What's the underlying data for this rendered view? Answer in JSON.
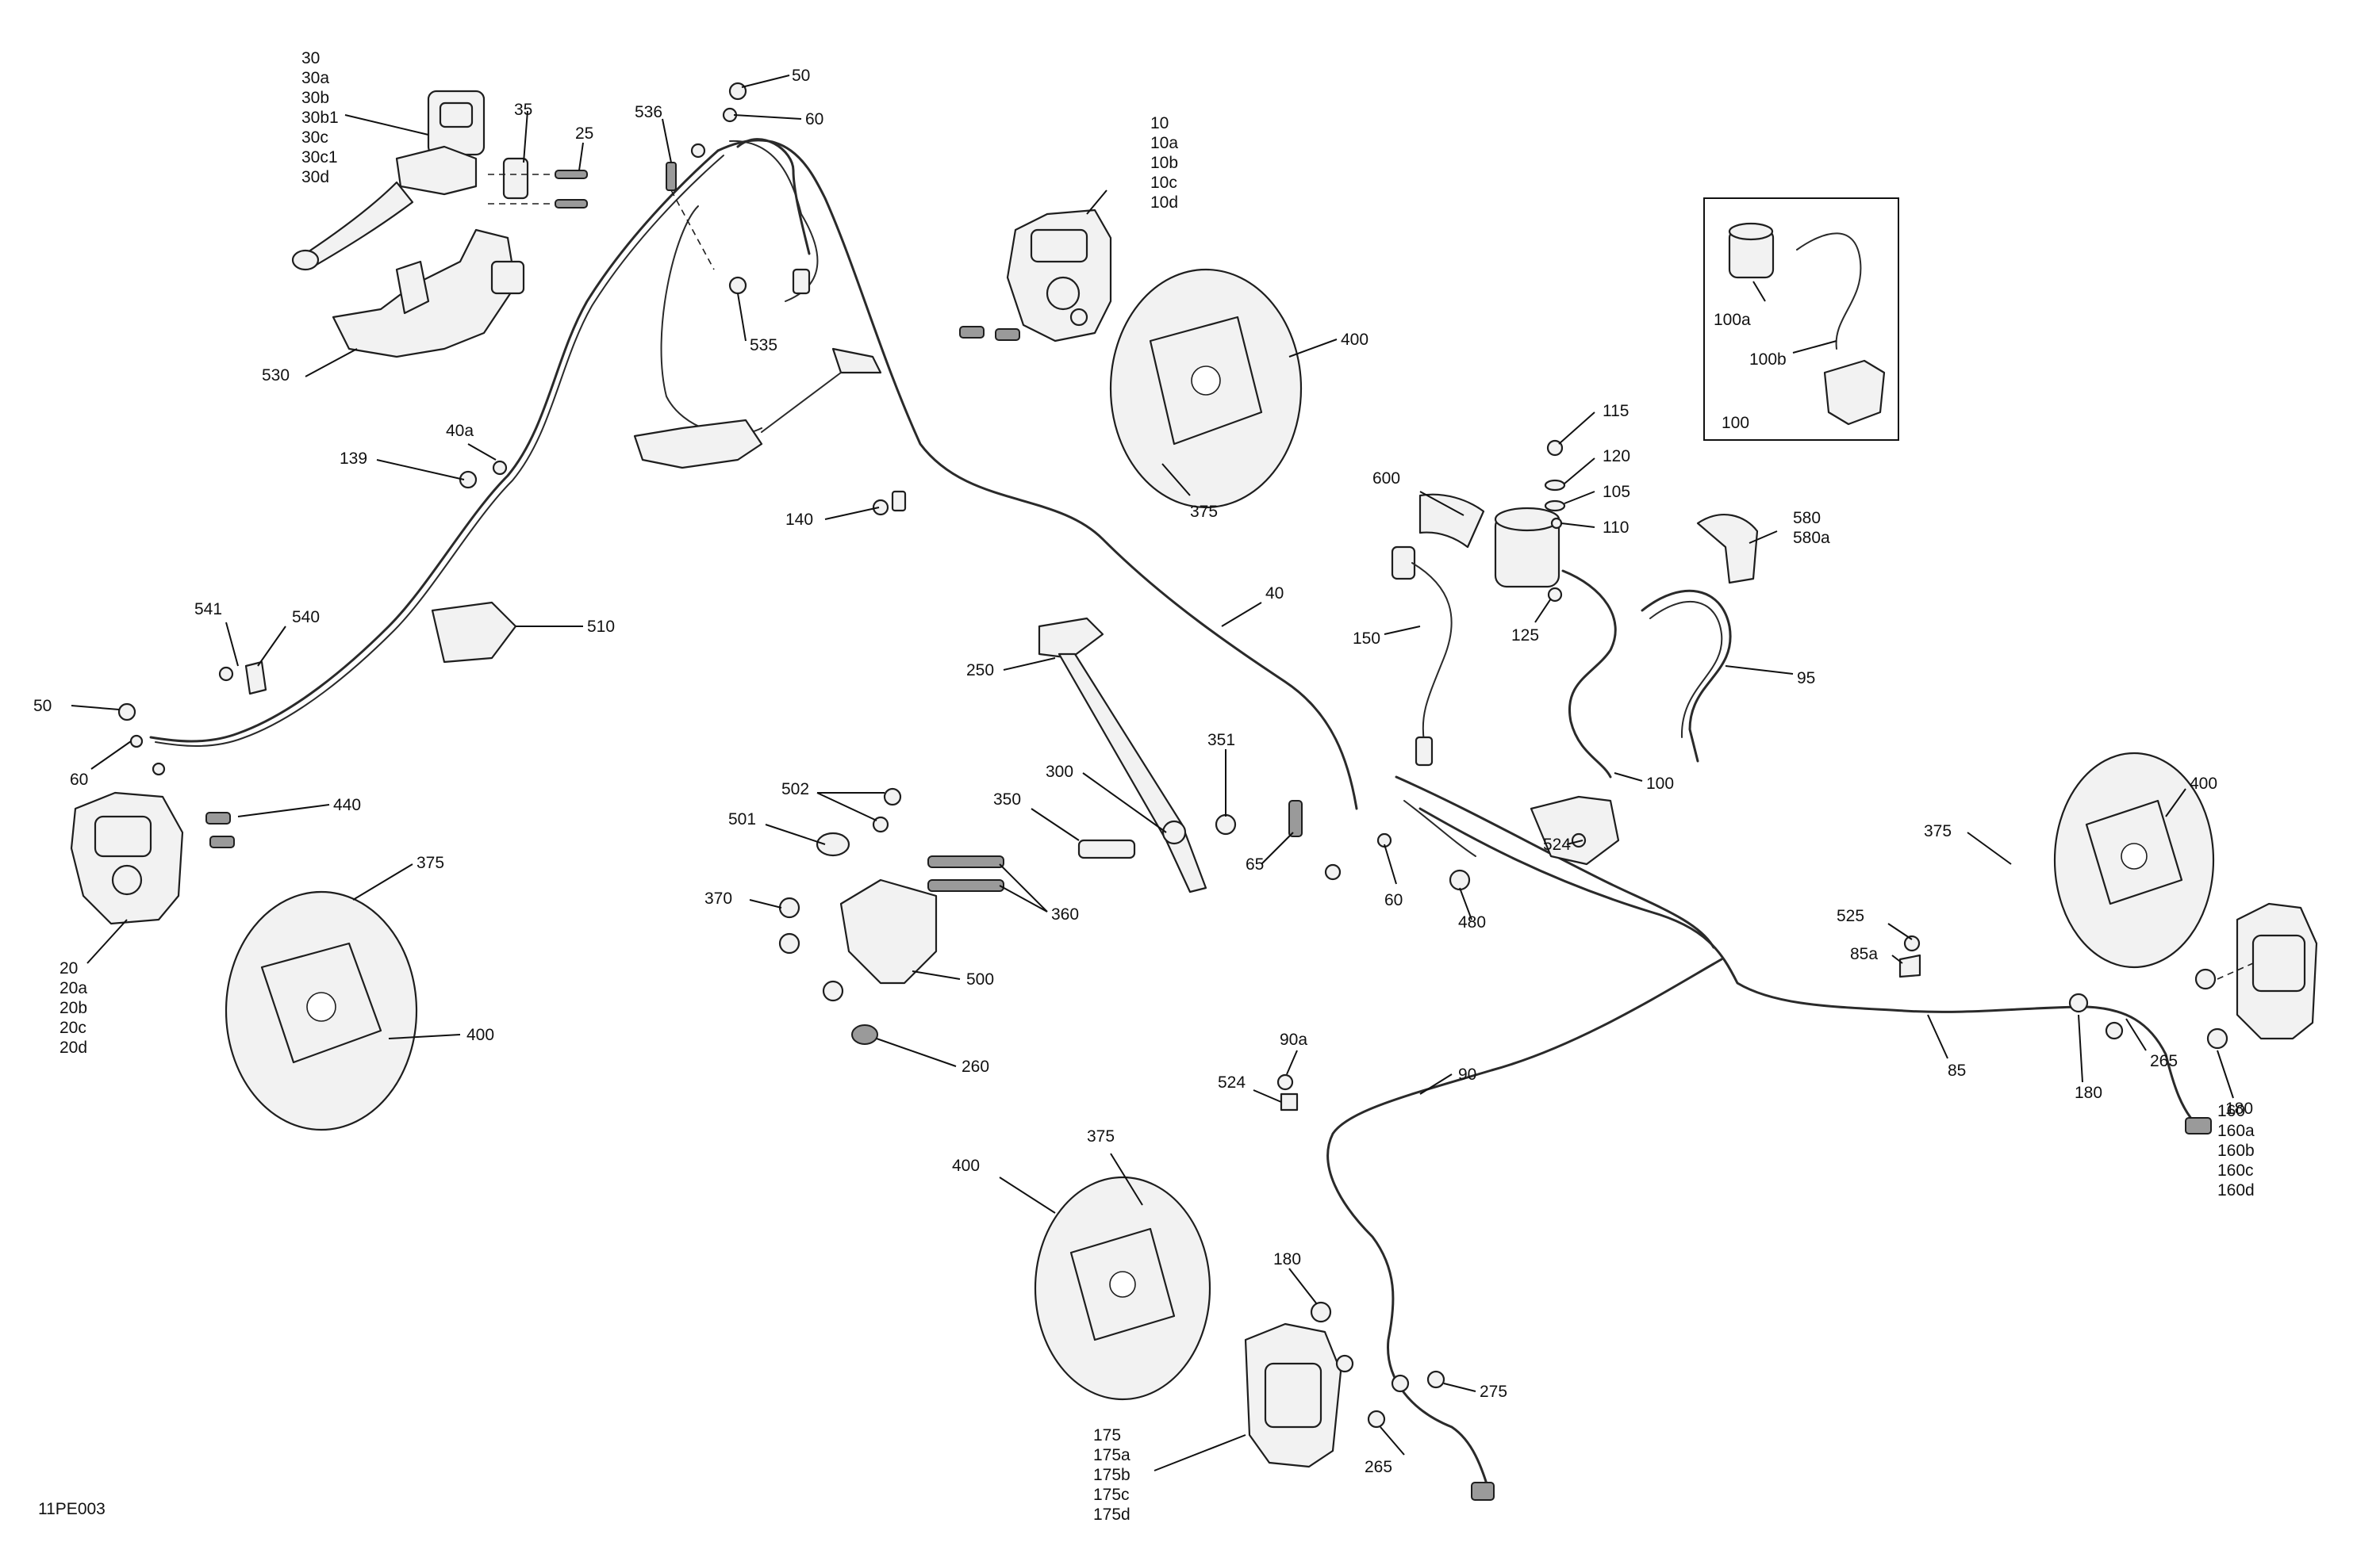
{
  "diagram_code": "11PE003",
  "master_cylinder_front": [
    "30",
    "30a",
    "30b",
    "30b1",
    "30c",
    "30c1",
    "30d"
  ],
  "caliper_front_right": [
    "10",
    "10a",
    "10b",
    "10c",
    "10d"
  ],
  "caliper_front_left": [
    "20",
    "20a",
    "20b",
    "20c",
    "20d"
  ],
  "caliper_rear_right": [
    "160",
    "160a",
    "160b",
    "160c",
    "160d"
  ],
  "caliper_rear_left": [
    "175",
    "175a",
    "175b",
    "175c",
    "175d"
  ],
  "reservoir_hose": [
    "580",
    "580a"
  ],
  "kit_box": {
    "reservoir": "100a",
    "hose": "100b",
    "kit": "100"
  },
  "labels": {
    "l25": "25",
    "l35": "35",
    "l530": "530",
    "l536": "536",
    "l50a": "50",
    "l60a": "60",
    "l535": "535",
    "l139": "139",
    "l40a": "40a",
    "l140": "140",
    "l400a": "400",
    "l375a": "375",
    "l541": "541",
    "l540": "540",
    "l510": "510",
    "l50b": "50",
    "l60b": "60",
    "l440": "440",
    "l375b": "375",
    "l400b": "400",
    "l40": "40",
    "l250": "250",
    "l300": "300",
    "l351": "351",
    "l350": "350",
    "l502": "502",
    "l501": "501",
    "l370": "370",
    "l360": "360",
    "l500": "500",
    "l260": "260",
    "l65": "65",
    "l60c": "60",
    "l480": "480",
    "l524a": "524",
    "l600": "600",
    "l115": "115",
    "l120": "120",
    "l105": "105",
    "l110": "110",
    "l125": "125",
    "l150": "150",
    "l95": "95",
    "l100": "100",
    "l400c": "400",
    "l375c": "375",
    "l525": "525",
    "l85a": "85a",
    "l85": "85",
    "l265a": "265",
    "l180a": "180",
    "l180b": "180",
    "l90a": "90a",
    "l524b": "524",
    "l90": "90",
    "l375d": "375",
    "l400d": "400",
    "l180c": "180",
    "l275": "275",
    "l265b": "265"
  }
}
